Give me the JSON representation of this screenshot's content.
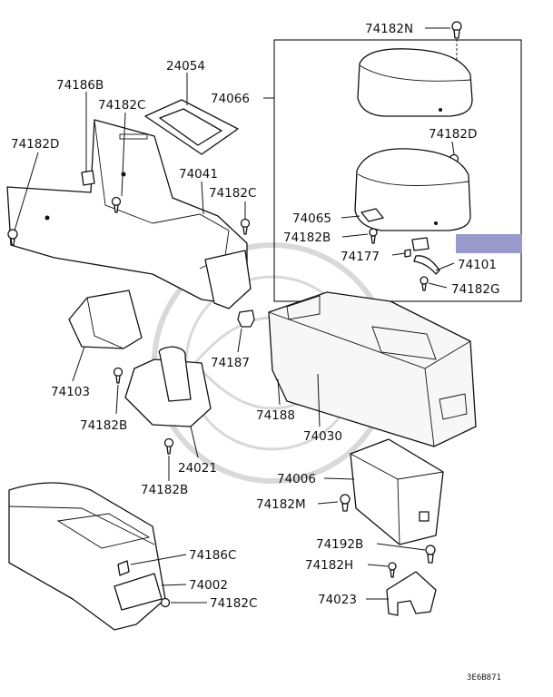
{
  "diagram": {
    "labels": [
      {
        "id": "74182N",
        "text": "74182N"
      },
      {
        "id": "24054",
        "text": "24054"
      },
      {
        "id": "74186B",
        "text": "74186B"
      },
      {
        "id": "74182C_top",
        "text": "74182C"
      },
      {
        "id": "74066",
        "text": "74066"
      },
      {
        "id": "74182D_left",
        "text": "74182D"
      },
      {
        "id": "74182D_right",
        "text": "74182D"
      },
      {
        "id": "74041",
        "text": "74041"
      },
      {
        "id": "74182C_mid",
        "text": "74182C"
      },
      {
        "id": "74065",
        "text": "74065"
      },
      {
        "id": "74182B_right",
        "text": "74182B"
      },
      {
        "id": "74177",
        "text": "74177"
      },
      {
        "id": "74101",
        "text": "74101"
      },
      {
        "id": "74182G",
        "text": "74182G"
      },
      {
        "id": "74187",
        "text": "74187"
      },
      {
        "id": "74103",
        "text": "74103"
      },
      {
        "id": "74188",
        "text": "74188"
      },
      {
        "id": "74182B_left",
        "text": "74182B"
      },
      {
        "id": "74030",
        "text": "74030"
      },
      {
        "id": "24021",
        "text": "24021"
      },
      {
        "id": "74182B_bottom",
        "text": "74182B"
      },
      {
        "id": "74006",
        "text": "74006"
      },
      {
        "id": "74182M",
        "text": "74182M"
      },
      {
        "id": "74186C",
        "text": "74186C"
      },
      {
        "id": "74192B",
        "text": "74192B"
      },
      {
        "id": "74002",
        "text": "74002"
      },
      {
        "id": "74182H",
        "text": "74182H"
      },
      {
        "id": "74182C_bottom",
        "text": "74182C"
      },
      {
        "id": "74023",
        "text": "74023"
      }
    ],
    "highlight_color": "#9999cc",
    "drawing_code": "3E6B871"
  }
}
